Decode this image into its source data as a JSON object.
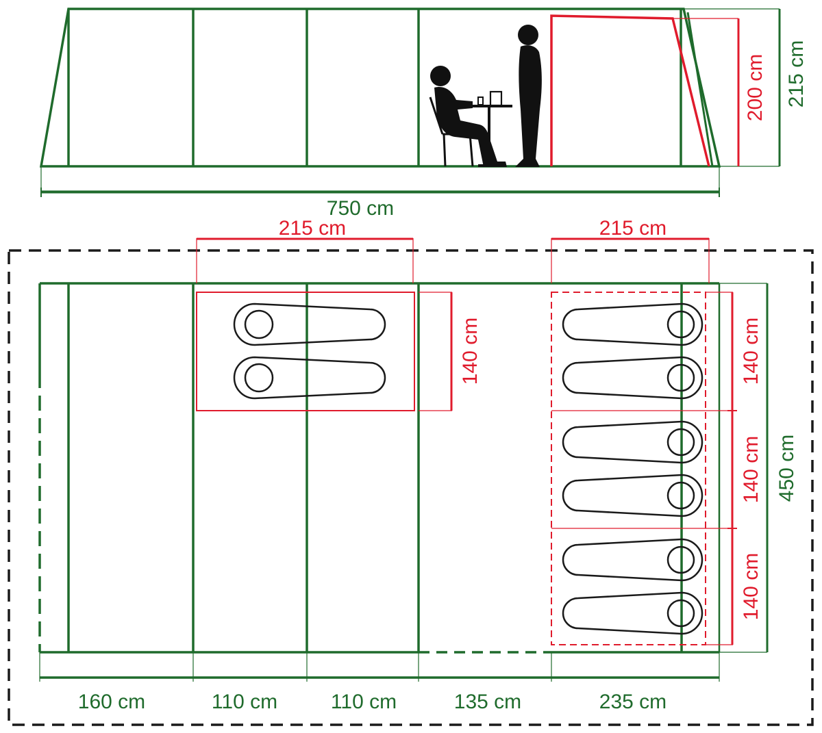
{
  "colors": {
    "green": "#1f6b2c",
    "red": "#e01b2c",
    "dark": "#1a1a1a",
    "black": "#111111"
  },
  "side_view": {
    "total_length": "750 cm",
    "total_height": "215 cm",
    "inner_height": "200 cm"
  },
  "floor_plan": {
    "bedroom_left_width": "215 cm",
    "bedroom_left_depth": "140 cm",
    "bedroom_right_width": "215 cm",
    "total_width": "450 cm",
    "right_bay_depths": [
      "140 cm",
      "140 cm",
      "140 cm"
    ],
    "sections": [
      "160 cm",
      "110 cm",
      "110 cm",
      "135 cm",
      "235 cm"
    ]
  }
}
